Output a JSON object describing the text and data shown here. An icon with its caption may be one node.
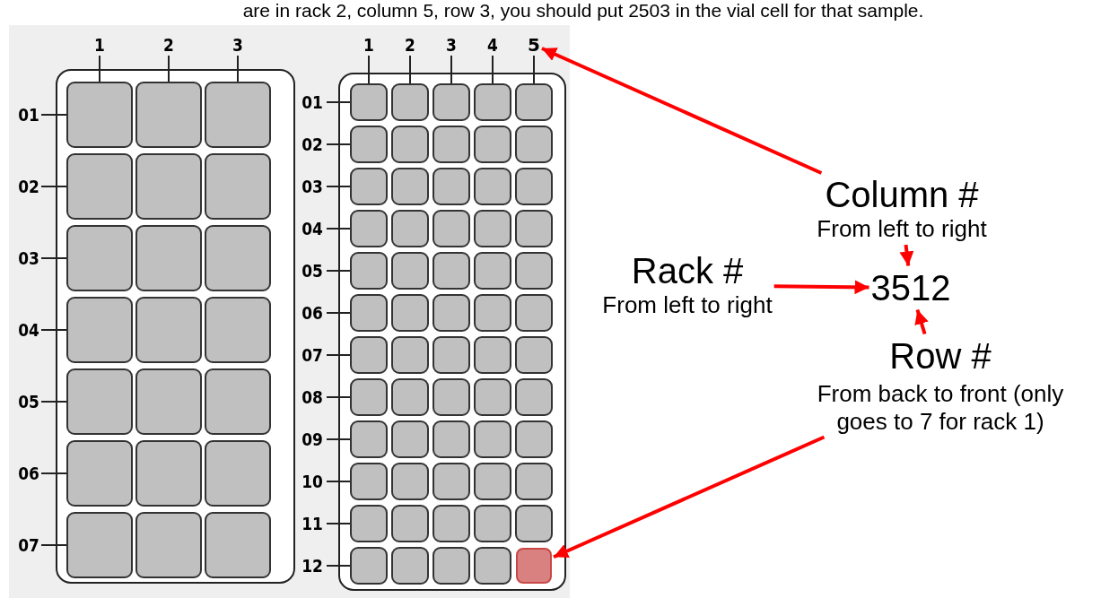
{
  "diagram": {
    "nodes": [
      {
        "text": [
          "5"
        ]
      },
      {
        "text": [
          "Column #",
          "From left to right"
        ]
      },
      {
        "text": [
          "Rack #",
          "From left to right"
        ]
      },
      {
        "text": [
          "3512"
        ]
      },
      {
        "text": [
          "Row #",
          "From back to front (only goes to 7 for rack 1)"
        ]
      },
      {
        "text": [],
        "shape": "box"
      }
    ],
    "edges": [
      {
        "from": 1,
        "to": 0,
        "arrow": "to"
      },
      {
        "from": 1,
        "to": 3,
        "arrow": "to"
      },
      {
        "from": 2,
        "to": 3,
        "arrow": "to"
      },
      {
        "from": 4,
        "to": 3,
        "arrow": "to"
      },
      {
        "from": 4,
        "to": 5,
        "arrow": "to"
      }
    ],
    "labels": [
      "are in rack 2, column 5, row 3, you should put 2503 in the vial cell for that sample.",
      "1",
      "2",
      "3",
      "1",
      "2",
      "3",
      "4",
      "01",
      "02",
      "03",
      "04",
      "05",
      "06",
      "07",
      "01",
      "02",
      "03",
      "04",
      "05",
      "06",
      "07",
      "08",
      "09",
      "10",
      "11",
      "12"
    ]
  }
}
